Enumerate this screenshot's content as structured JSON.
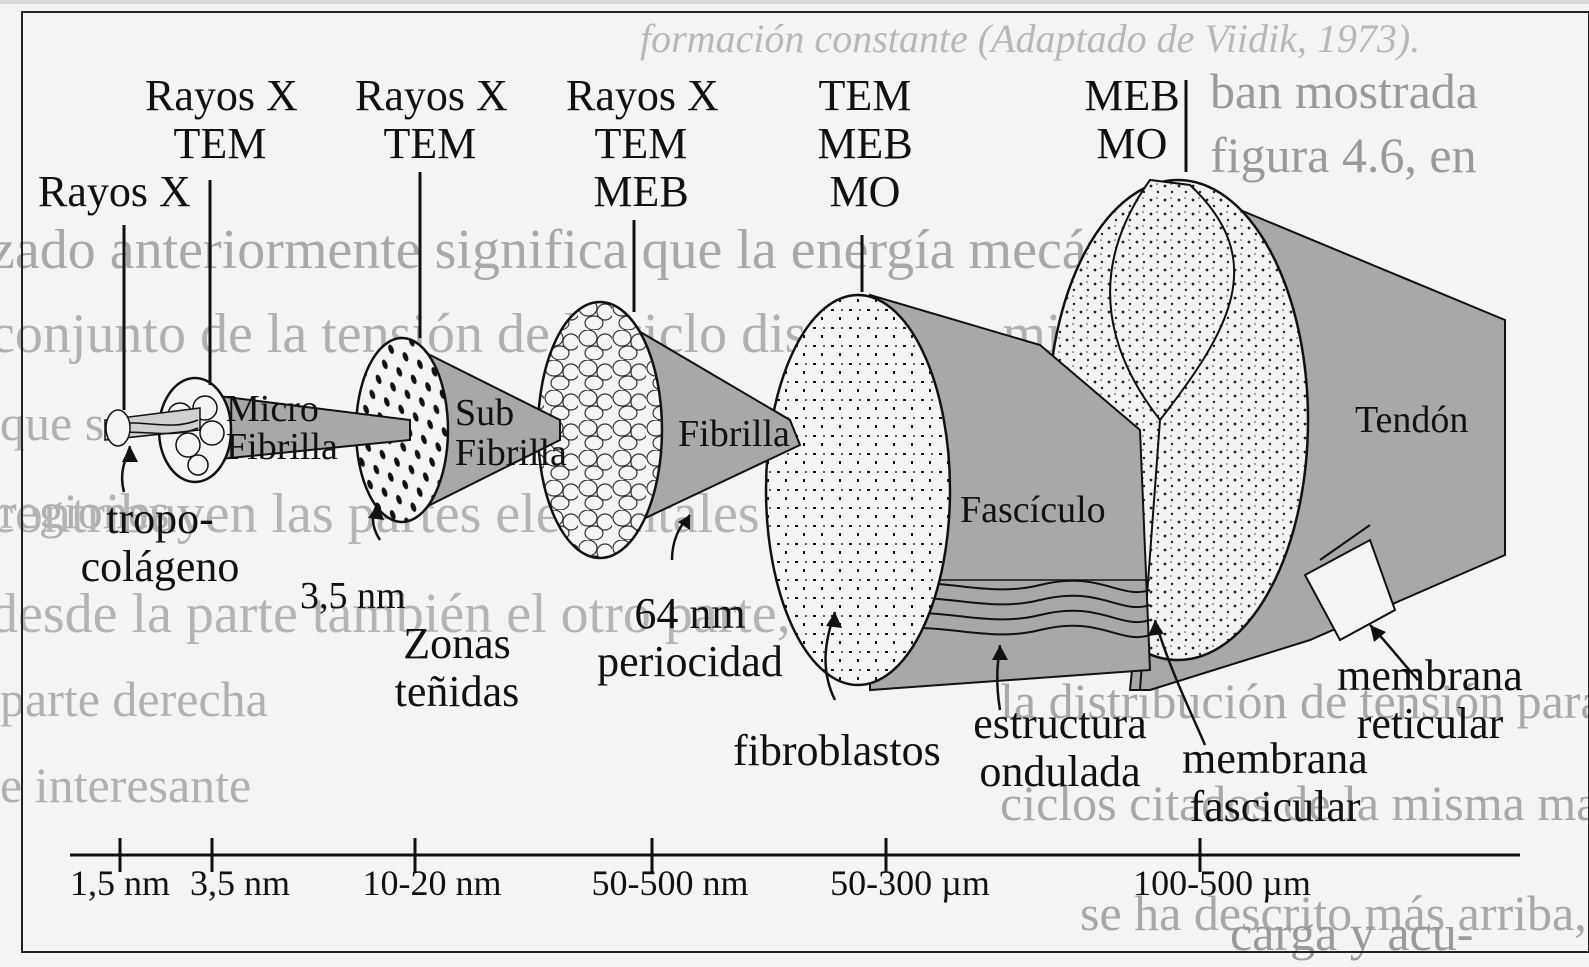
{
  "hierarchy_labels": [
    {
      "id": "tropocolageno",
      "name": "tropo- colágeno",
      "methods": [
        "Rayos X"
      ]
    },
    {
      "id": "microfibrilla",
      "name": "Micro Fibrilla",
      "methods": [
        "Rayos X",
        "TEM"
      ]
    },
    {
      "id": "subfibrilla",
      "name": "Sub Fibrilla",
      "methods": [
        "Rayos X",
        "TEM"
      ]
    },
    {
      "id": "fibrilla",
      "name": "Fibrilla",
      "methods": [
        "Rayos X",
        "TEM",
        "MEB"
      ]
    },
    {
      "id": "fasciculo",
      "name": "Fascículo",
      "methods": [
        "TEM",
        "MEB",
        "MO"
      ]
    },
    {
      "id": "tendon",
      "name": "Tendón",
      "methods": [
        "MEB",
        "MO"
      ]
    }
  ],
  "labels": {
    "m1": "Rayos X",
    "m2": [
      "Rayos X",
      "TEM"
    ],
    "m3": [
      "Rayos X",
      "TEM"
    ],
    "m4": [
      "Rayos X",
      "TEM",
      "MEB"
    ],
    "m5": [
      "TEM",
      "MEB",
      "MO"
    ],
    "m6": [
      "MEB",
      "MO"
    ],
    "micro": [
      "Micro",
      "Fibrilla"
    ],
    "sub": [
      "Sub",
      "Fibrilla"
    ],
    "fibrilla": "Fibrilla",
    "fasciculo": "Fascículo",
    "tendon": "Tendón",
    "tropo": [
      "tropo-",
      "colágeno"
    ],
    "nm35": "3,5 nm",
    "zonas": [
      "Zonas",
      "teñidas"
    ],
    "nm64": [
      "64 nm",
      "periocidad"
    ],
    "fibroblastos": "fibroblastos",
    "estructura": [
      "estructura",
      "ondulada"
    ],
    "fascicular": [
      "membrana",
      "fascicular"
    ],
    "reticular": [
      "membrana",
      "reticular"
    ]
  },
  "scale_ticks": [
    "1,5 nm",
    "3,5 nm",
    "10-20 nm",
    "50-500 nm",
    "50-300 µm",
    "100-500 µm"
  ],
  "background_text": [
    "formación constante (Adaptado de Viidik, 1973).",
    "ban mostrada",
    "figura 4.6, en",
    "zado anteriormente significa que la energía mecánica consu-",
    "conjunto de la tensión de la ciclo disminuye, mientras",
    "que se",
    "regiones",
    "contribuyen las partes elementales que el tendón si-",
    "desde la parte también el otro parte, si se ensaya la re-",
    "parte derecha",
    "la distribución de tensión para cada uno de los",
    "ciclos citados de la misma manera que",
    "e interesante",
    "se ha descrito más arriba, se observa que",
    "carga y acu-"
  ],
  "colors": {
    "fill_gray": "#a8a8a8",
    "ink": "#111111",
    "faded_text": "#9a9a9a",
    "paper": "#f4f4f4"
  }
}
